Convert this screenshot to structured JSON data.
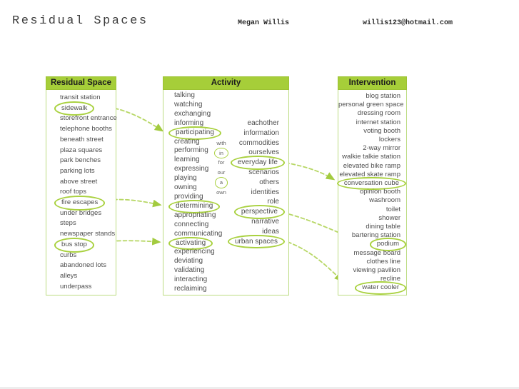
{
  "page": {
    "title": "Residual Spaces",
    "author": "Megan Willis",
    "email": "willis123@hotmail.com"
  },
  "colors": {
    "header_green": "#a6ce39",
    "box_border_green": "#bcdc82",
    "oval_green": "#a9d13f",
    "arrow_green": "#b7d765",
    "text_gray": "#4e4e4e"
  },
  "columns": {
    "residual_space": {
      "header": "Residual Space",
      "items": [
        {
          "label": "transit station",
          "circled": false
        },
        {
          "label": "sidewalk",
          "circled": true
        },
        {
          "label": "storefront entrance",
          "circled": false
        },
        {
          "label": "telephone booths",
          "circled": false
        },
        {
          "label": "beneath street",
          "circled": false
        },
        {
          "label": "plaza squares",
          "circled": false
        },
        {
          "label": "park benches",
          "circled": false
        },
        {
          "label": "parking lots",
          "circled": false
        },
        {
          "label": "above street",
          "circled": false
        },
        {
          "label": "roof tops",
          "circled": false
        },
        {
          "label": "fire escapes",
          "circled": true
        },
        {
          "label": "under bridges",
          "circled": false
        },
        {
          "label": "steps",
          "circled": false
        },
        {
          "label": "newspaper stands",
          "circled": false
        },
        {
          "label": "bus stop",
          "circled": true
        },
        {
          "label": "curbs",
          "circled": false
        },
        {
          "label": "abandoned lots",
          "circled": false
        },
        {
          "label": "alleys",
          "circled": false
        },
        {
          "label": "underpass",
          "circled": false
        }
      ]
    },
    "activity": {
      "header": "Activity",
      "verbs": [
        {
          "label": "talking",
          "circled": false
        },
        {
          "label": "watching",
          "circled": false
        },
        {
          "label": "exchanging",
          "circled": false
        },
        {
          "label": "informing",
          "circled": false
        },
        {
          "label": "participating",
          "circled": true
        },
        {
          "label": "creating",
          "circled": false
        },
        {
          "label": "performing",
          "circled": false
        },
        {
          "label": "learning",
          "circled": false
        },
        {
          "label": "expressing",
          "circled": false
        },
        {
          "label": "playing",
          "circled": false
        },
        {
          "label": "owning",
          "circled": false
        },
        {
          "label": "providing",
          "circled": false
        },
        {
          "label": "determining",
          "circled": true
        },
        {
          "label": "appropriating",
          "circled": false
        },
        {
          "label": "connecting",
          "circled": false
        },
        {
          "label": "communicating",
          "circled": false
        },
        {
          "label": "activating",
          "circled": true
        },
        {
          "label": "experiencing",
          "circled": false
        },
        {
          "label": "deviating",
          "circled": false
        },
        {
          "label": "validating",
          "circled": false
        },
        {
          "label": "interacting",
          "circled": false
        },
        {
          "label": "reclaiming",
          "circled": false
        }
      ],
      "connectors": [
        {
          "label": "with",
          "circled": false
        },
        {
          "label": "in",
          "circled": true
        },
        {
          "label": "for",
          "circled": false
        },
        {
          "label": "our",
          "circled": false
        },
        {
          "label": "a",
          "circled": true
        },
        {
          "label": "own",
          "circled": false
        }
      ],
      "objects": [
        {
          "label": "eachother",
          "circled": false
        },
        {
          "label": "information",
          "circled": false
        },
        {
          "label": "commodities",
          "circled": false
        },
        {
          "label": "ourselves",
          "circled": false
        },
        {
          "label": "everyday life",
          "circled": true
        },
        {
          "label": "scenarios",
          "circled": false
        },
        {
          "label": "others",
          "circled": false
        },
        {
          "label": "identities",
          "circled": false
        },
        {
          "label": "role",
          "circled": false
        },
        {
          "label": "perspective",
          "circled": true
        },
        {
          "label": "narrative",
          "circled": false
        },
        {
          "label": "ideas",
          "circled": false
        },
        {
          "label": "urban spaces",
          "circled": true
        }
      ]
    },
    "intervention": {
      "header": "Intervention",
      "items": [
        {
          "label": "blog station",
          "circled": false
        },
        {
          "label": "personal green space",
          "circled": false
        },
        {
          "label": "dressing room",
          "circled": false
        },
        {
          "label": "internet station",
          "circled": false
        },
        {
          "label": "voting booth",
          "circled": false
        },
        {
          "label": "lockers",
          "circled": false
        },
        {
          "label": "2-way mirror",
          "circled": false
        },
        {
          "label": "walkie talkie station",
          "circled": false
        },
        {
          "label": "elevated bike ramp",
          "circled": false
        },
        {
          "label": "elevated skate ramp",
          "circled": false
        },
        {
          "label": "conversation cube",
          "circled": true
        },
        {
          "label": "opinion booth",
          "circled": false
        },
        {
          "label": "washroom",
          "circled": false
        },
        {
          "label": "toilet",
          "circled": false
        },
        {
          "label": "shower",
          "circled": false
        },
        {
          "label": "dining table",
          "circled": false
        },
        {
          "label": "bartering station",
          "circled": false
        },
        {
          "label": "podium",
          "circled": true
        },
        {
          "label": "message board",
          "circled": false
        },
        {
          "label": "clothes line",
          "circled": false
        },
        {
          "label": "viewing pavilion",
          "circled": false
        },
        {
          "label": "recline",
          "circled": false
        },
        {
          "label": "water cooler",
          "circled": true
        }
      ]
    }
  },
  "connections": [
    {
      "from": "sidewalk",
      "to": "participating"
    },
    {
      "from": "fire escapes",
      "to": "determining"
    },
    {
      "from": "bus stop",
      "to": "activating"
    },
    {
      "from": "participating",
      "to": "in"
    },
    {
      "from": "in",
      "to": "everyday life"
    },
    {
      "from": "determining",
      "to": "a"
    },
    {
      "from": "a",
      "to": "perspective"
    },
    {
      "from": "a",
      "to": "urban spaces"
    },
    {
      "from": "everyday life",
      "to": "conversation cube"
    },
    {
      "from": "perspective",
      "to": "podium"
    },
    {
      "from": "urban spaces",
      "to": "water cooler"
    }
  ]
}
